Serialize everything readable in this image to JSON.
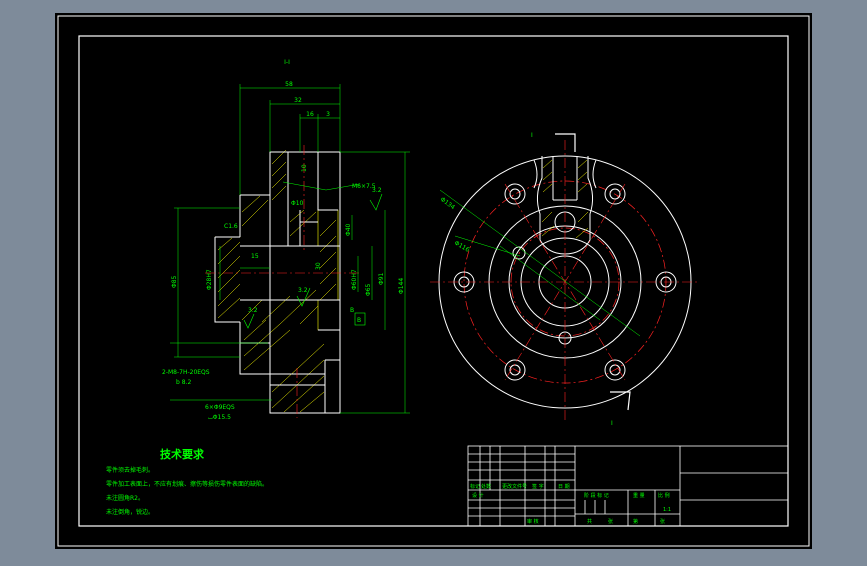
{
  "colors": {
    "background": "#7e8b9a",
    "canvas": "#000000",
    "frame": "#ffffff",
    "drawing": "#ffffff",
    "hatch": "#ffff00",
    "dimension": "#00ff00",
    "center_line": "#ff2020",
    "text": "#00ff00"
  },
  "section_label": "I-I",
  "view_marker": "I",
  "dimensions": {
    "d_top_width": "58",
    "d_mid_width": "32",
    "d_16": "16",
    "d_3": "3",
    "d_inner_10": "10",
    "d_phi10": "Φ10",
    "d_phi40": "Φ40",
    "d_15": "15",
    "d_30": "30",
    "d_phi28h7": "Φ28H7",
    "d_phi60h7": "Φ60H7",
    "d_phi85": "Φ85",
    "d_phi144": "Φ144",
    "d_phi65": "Φ65",
    "d_phi91": "Φ91",
    "d_phi116": "Φ116",
    "d_c1": "C1.6",
    "d_32a": "3.2",
    "d_32b": "3.2",
    "d_32c": "3.2",
    "d_b_box": "B",
    "d_b_label": "B",
    "d_m6": "M6×7.5",
    "d_thread_note": "2-M8-7H-20EQS",
    "d_thread_sub": "b 8.2",
    "d_hole_note": "6×Φ9EQS",
    "d_hole_sub": "⌴Φ15.5",
    "d_phi134": "Φ134",
    "d_r_label": "Φ116"
  },
  "notes": {
    "title": "技术要求",
    "items": [
      "零件须去掉毛刺。",
      "零件加工表面上，不应有划痕、擦伤等损伤零件表面的缺陷。",
      "未注圆角R2。",
      "未注倒角，锐边。"
    ]
  },
  "title_block": {
    "c1": "标记",
    "c2": "处数",
    "c3": "更改文件号",
    "c4": "签 字",
    "c5": "日 期",
    "design": "设 计",
    "stage": "阶 段 标 记",
    "weight": "重 量",
    "scale": "比 例",
    "scale_value": "1:1",
    "review": "审 核",
    "approve": "批 准",
    "sheet_total": "共",
    "sheet": "张",
    "sheet_no": "第",
    "sheet_of": "张"
  }
}
